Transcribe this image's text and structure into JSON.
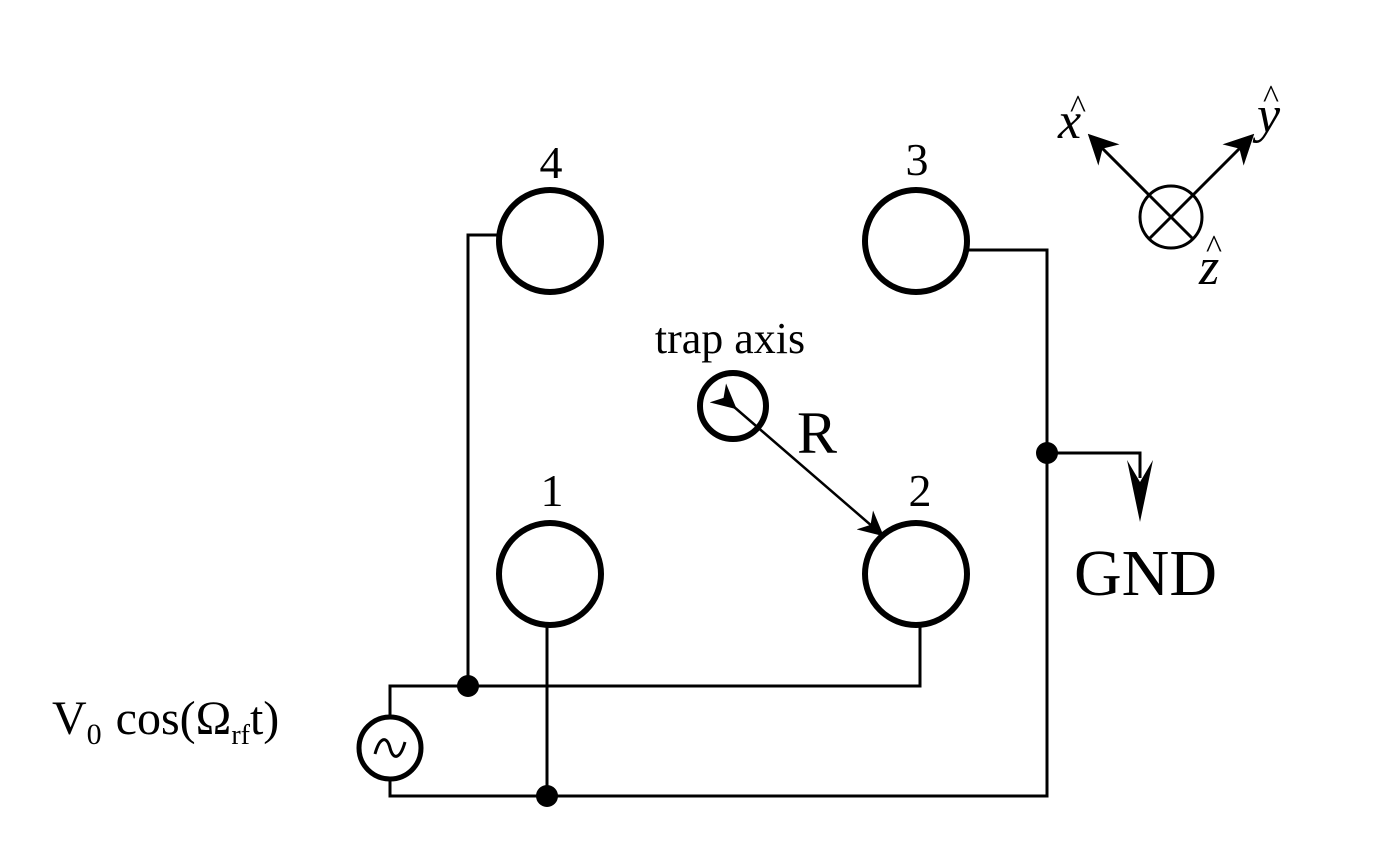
{
  "diagram": {
    "electrodes": [
      {
        "id": "1",
        "label": "1"
      },
      {
        "id": "2",
        "label": "2"
      },
      {
        "id": "3",
        "label": "3"
      },
      {
        "id": "4",
        "label": "4"
      }
    ],
    "trap_axis_label": "trap axis",
    "radius_label": "R",
    "ground_label": "GND",
    "source": {
      "label_main": "V",
      "label_sub": "0",
      "label_cos": "cos(Ω",
      "label_rf": "rf",
      "label_t": "t)"
    },
    "axes": {
      "x_label": "x",
      "y_label": "y",
      "z_label": "z",
      "hat": "^"
    },
    "colors": {
      "stroke": "#000000",
      "background": "#ffffff"
    }
  }
}
